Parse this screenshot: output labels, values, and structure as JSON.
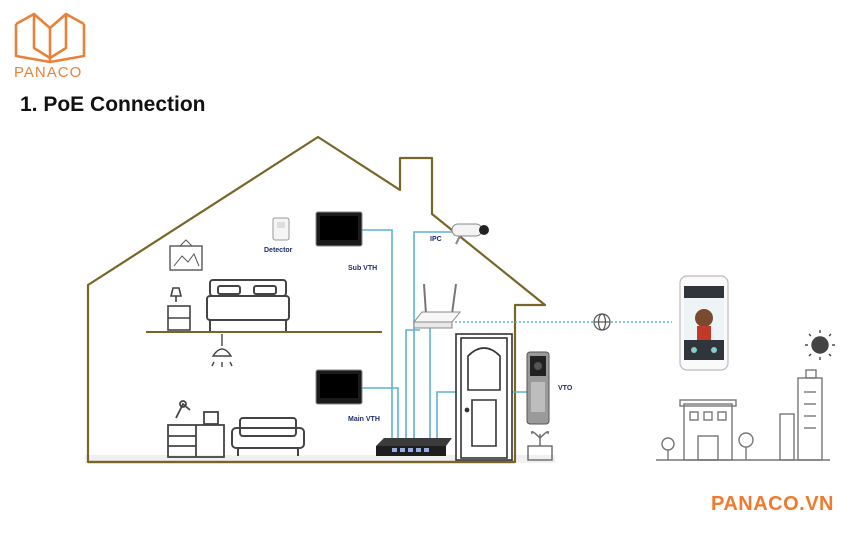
{
  "brand": {
    "logo_text": "PANACO",
    "footer": "PANACO.VN",
    "accent": "#ef7a30"
  },
  "title": "1. PoE Connection",
  "labels": {
    "detector": "Detector",
    "sub_vth": "Sub VTH",
    "ipc": "IPC",
    "main_vth": "Main VTH",
    "vto": "VTO"
  },
  "colors": {
    "house_outline": "#7a6528",
    "cable": "#5bb3cf",
    "device_dark": "#2a2a2a",
    "line_gray": "#6b6b6b"
  },
  "icons": [
    "book-logo-icon",
    "detector-icon",
    "monitor-icon",
    "camera-icon",
    "router-icon",
    "switch-icon",
    "door-icon",
    "doorbell-icon",
    "globe-icon",
    "phone-icon",
    "sun-icon",
    "building-icon",
    "bed-icon",
    "lamp-icon",
    "sofa-icon",
    "desk-icon",
    "plant-icon",
    "picture-icon"
  ]
}
